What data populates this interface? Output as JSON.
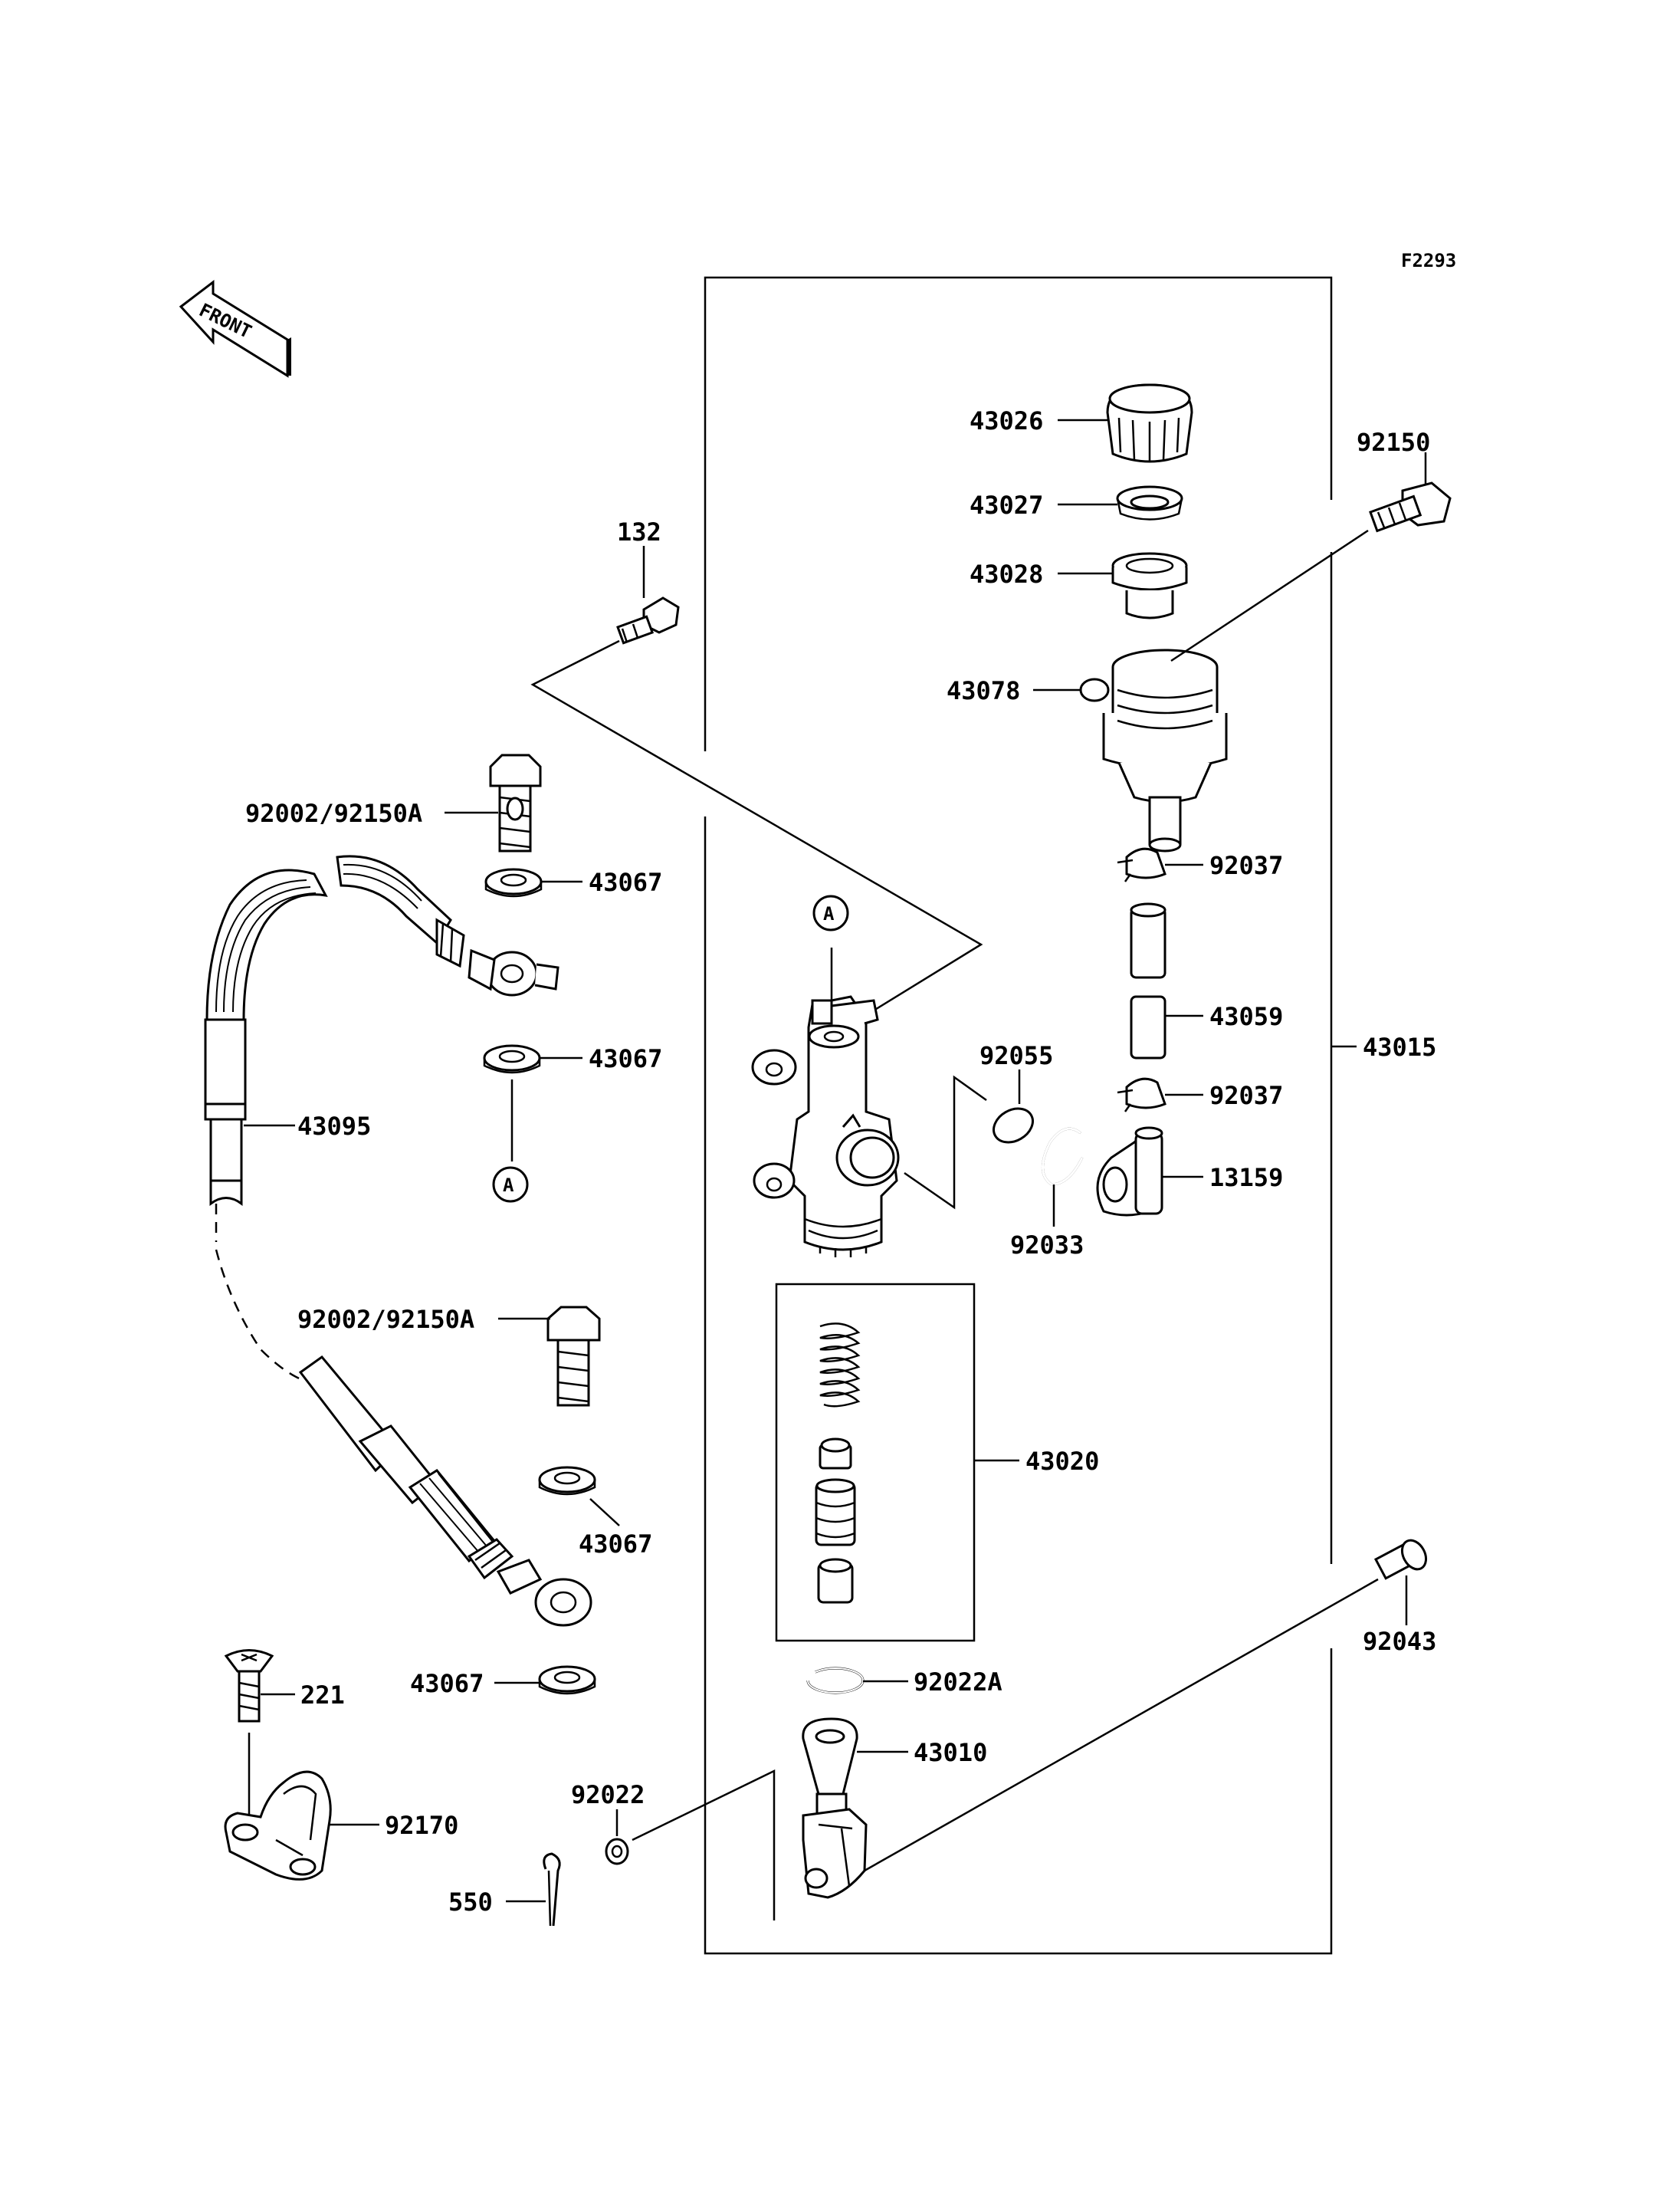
{
  "figure_code": "F2293",
  "front_arrow_label": "FRONT",
  "ref_marker": "A",
  "callouts": {
    "p43026": "43026",
    "p43027": "43027",
    "p43028": "43028",
    "p43078": "43078",
    "p92150": "92150",
    "p132": "132",
    "p92002a": "92002/92150A",
    "p43067a": "43067",
    "p43067b": "43067",
    "p43095": "43095",
    "p92002b": "92002/92150A",
    "p43067c": "43067",
    "p43067d": "43067",
    "p221": "221",
    "p92170": "92170",
    "p550": "550",
    "p92022": "92022",
    "p92037a": "92037",
    "p43059": "43059",
    "p92037b": "92037",
    "p13159": "13159",
    "p92055": "92055",
    "p92033": "92033",
    "p43015": "43015",
    "p43020": "43020",
    "p92043": "92043",
    "p92022a": "92022A",
    "p43010": "43010"
  }
}
